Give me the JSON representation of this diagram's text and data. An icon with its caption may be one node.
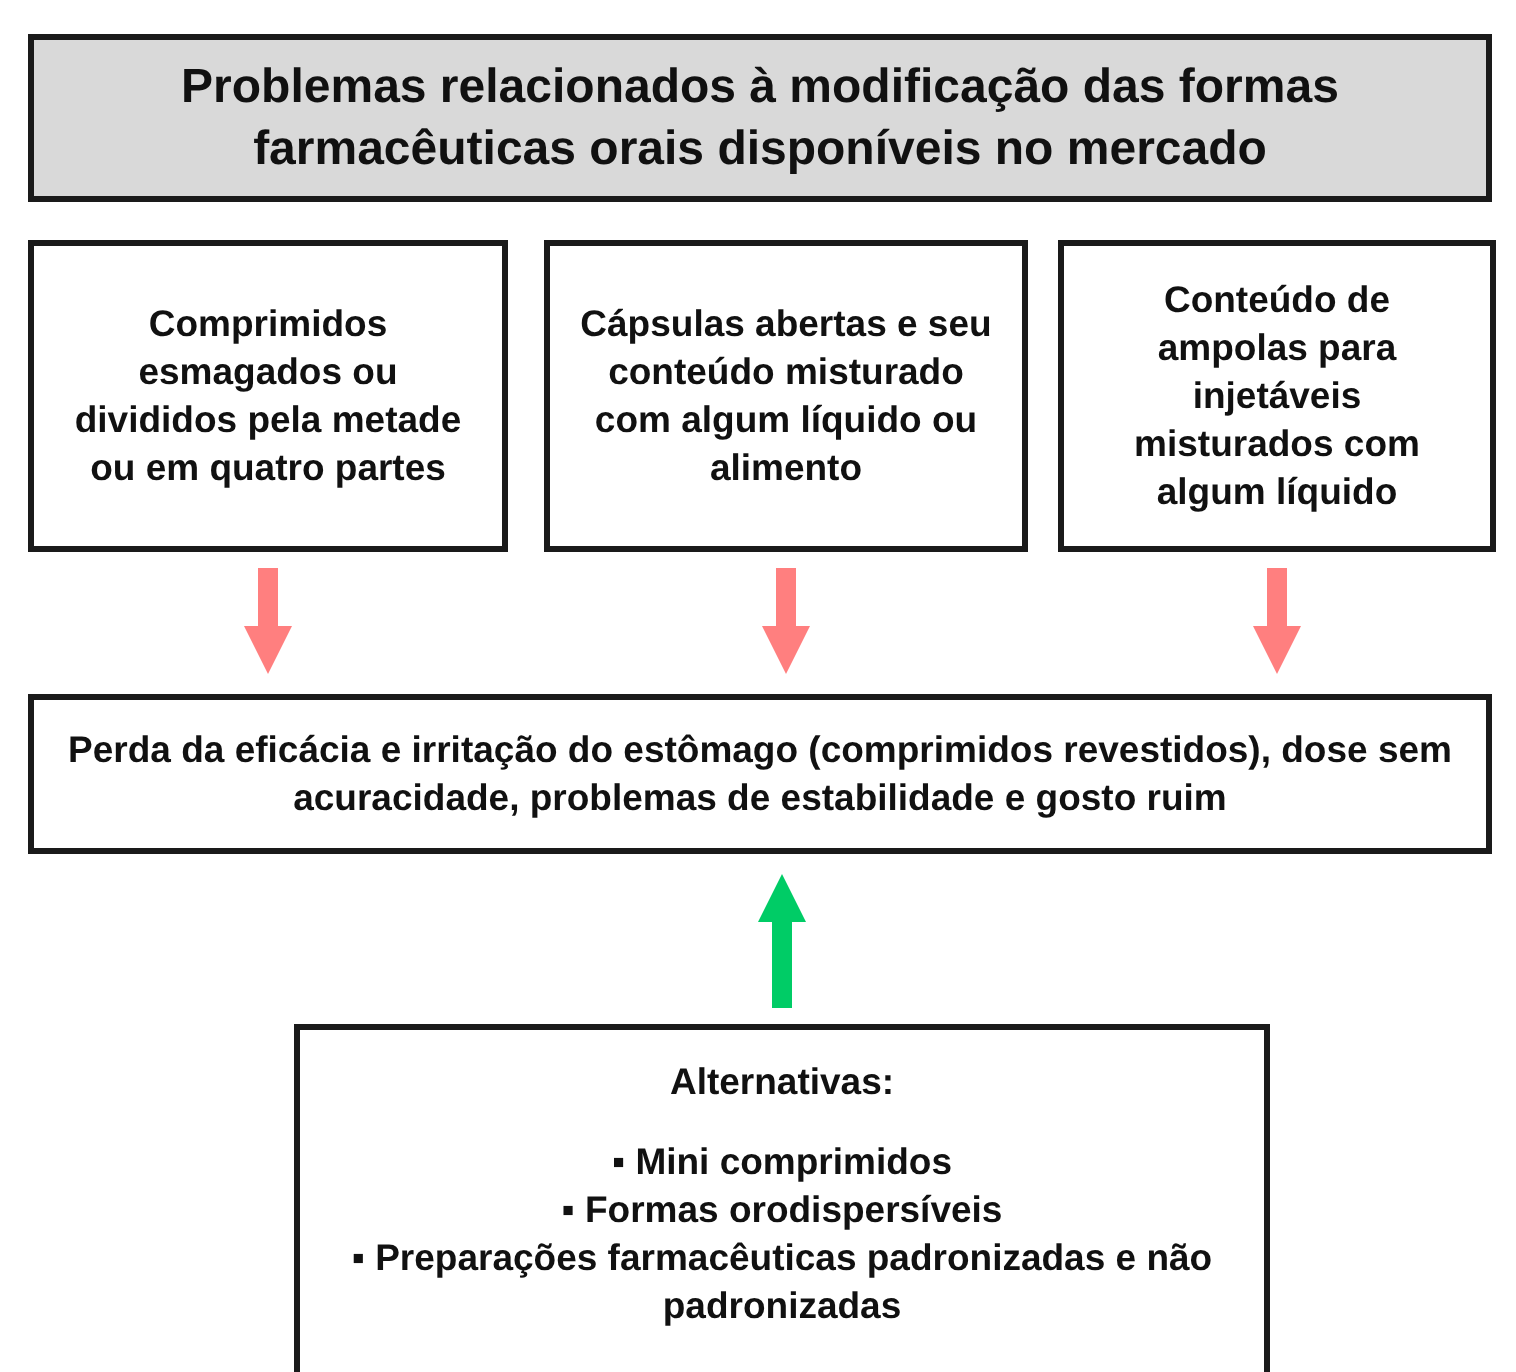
{
  "diagram": {
    "nodes": [
      {
        "text": [
          "Problemas relacionados à modificação das formas farmacêuticas orais disponíveis no mercado"
        ]
      },
      {
        "text": [
          "Comprimidos esmagados ou divididos pela metade ou em quatro partes"
        ]
      },
      {
        "text": [
          "Cápsulas abertas e seu conteúdo misturado com algum líquido ou alimento"
        ]
      },
      {
        "text": [
          "Conteúdo de ampolas para injetáveis misturados com algum líquido"
        ]
      },
      {
        "text": [
          "Perda da eficácia e irritação do estômago (comprimidos revestidos), dose sem acuracidade, problemas de estabilidade e gosto ruim"
        ]
      },
      {
        "text": [
          "Alternativas:",
          "▪ Mini comprimidos",
          "▪ Formas orodispersíveis",
          "▪ Preparações farmacêuticas padronizadas e não padronizadas"
        ]
      }
    ],
    "edges": [
      {
        "from": 1,
        "to": 4,
        "arrow": "to"
      },
      {
        "from": 2,
        "to": 4,
        "arrow": "to"
      },
      {
        "from": 3,
        "to": 4,
        "arrow": "to"
      },
      {
        "from": 5,
        "to": 4,
        "arrow": "to",
        "color": "#00cc66"
      }
    ]
  }
}
